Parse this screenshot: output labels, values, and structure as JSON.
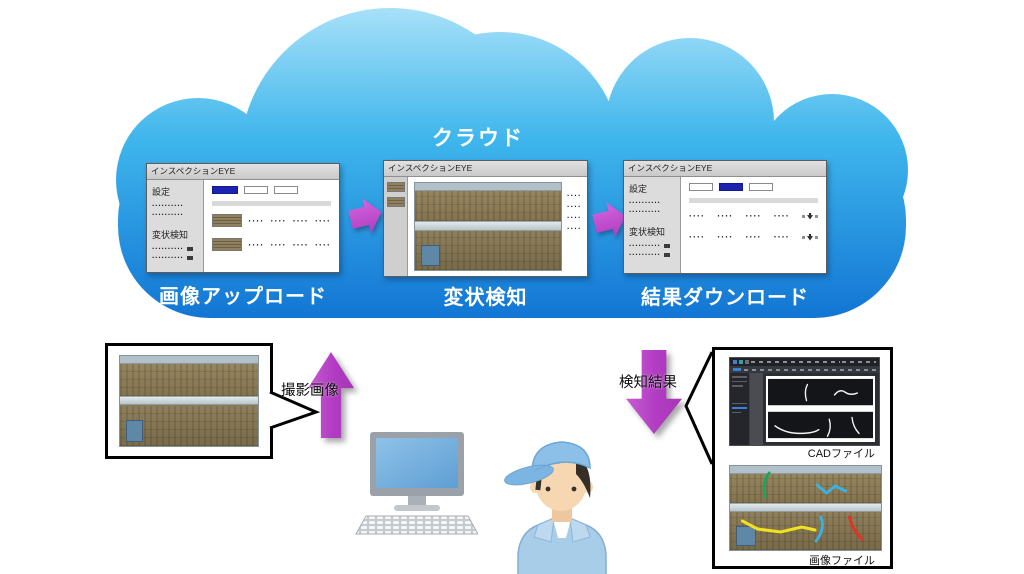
{
  "cloud": {
    "title": "クラウド",
    "steps": [
      {
        "label": "画像アップロード"
      },
      {
        "label": "変状検知"
      },
      {
        "label": "結果ダウンロード"
      }
    ]
  },
  "app_window": {
    "title": "インスペクションEYE",
    "settings_label": "設定",
    "detect_label": "変状検知",
    "dots_row": "··········",
    "dots_group": "····"
  },
  "flow": {
    "captured_label": "撮影画像",
    "result_label": "検知結果",
    "cad_file_label": "CADファイル",
    "image_file_label": "画像ファイル"
  },
  "colors": {
    "cloud_top": "#aee3f9",
    "cloud_mid": "#3fb6ec",
    "cloud_bottom": "#0f71d2",
    "flow_arrow": "#b13cc2",
    "primary_button": "#1b23b0"
  }
}
